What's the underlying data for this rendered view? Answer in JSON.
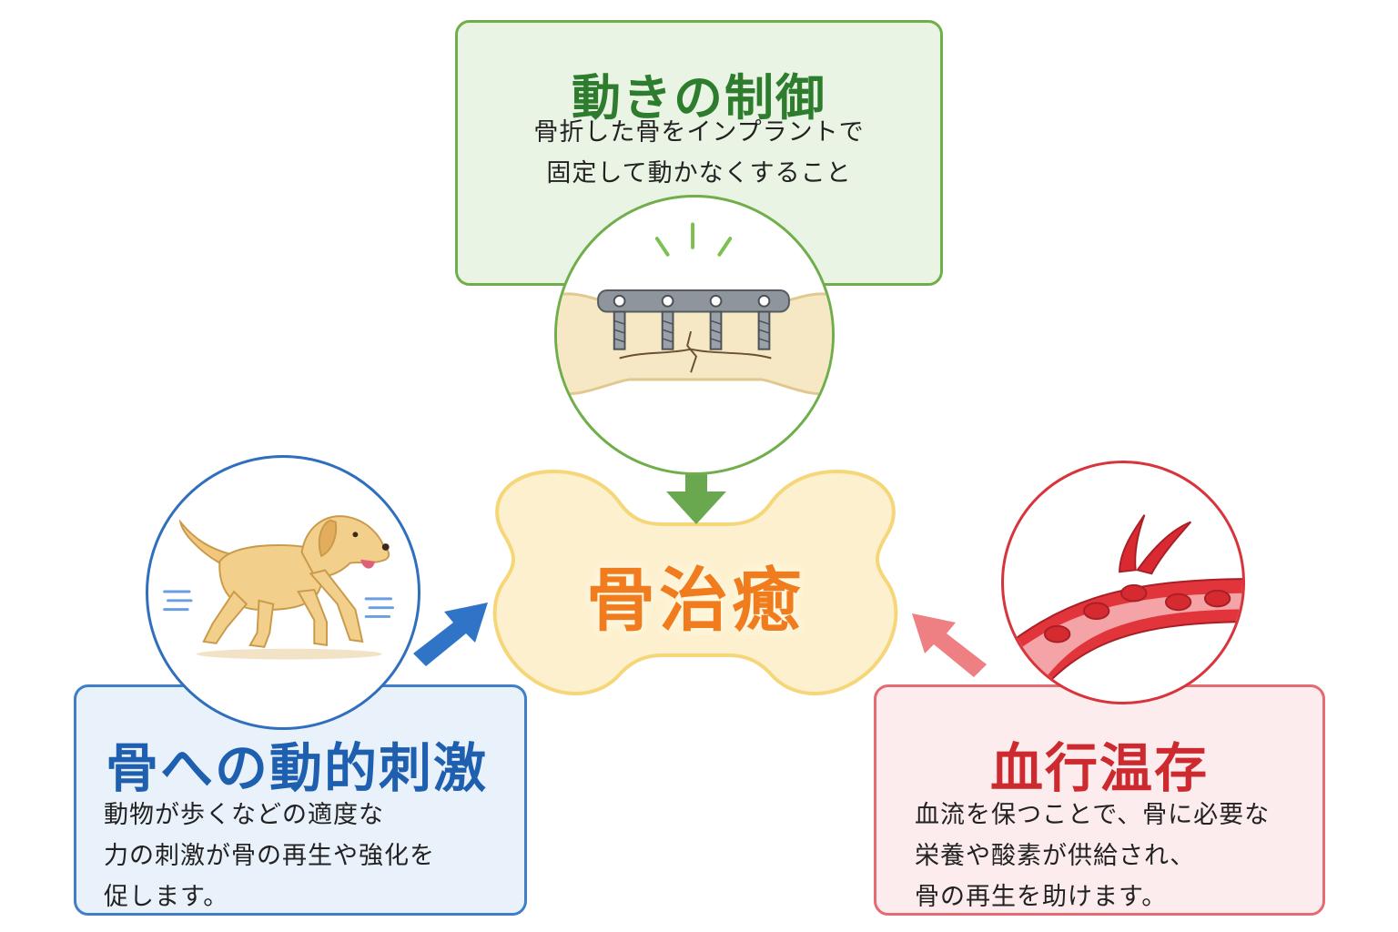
{
  "center": {
    "label": "骨治癒"
  },
  "top_card": {
    "heading": "動きの制御",
    "lines": [
      "骨折した骨をインプラントで",
      "固定して動かなくすること"
    ],
    "accent": "#6fae4b",
    "heading_color": "#2e7d2e",
    "icon": "bone-plate-screws-icon"
  },
  "left_card": {
    "heading": "骨への動的刺激",
    "lines": [
      "動物が歩くなどの適度な",
      "力の刺激が骨の再生や強化を",
      "促します。"
    ],
    "accent": "#3f7fc9",
    "heading_color": "#1f5fb0",
    "icon": "walking-dog-icon"
  },
  "right_card": {
    "heading": "血行温存",
    "lines": [
      "血流を保つことで、骨に必要な",
      "栄養や酸素が供給され、",
      "骨の再生を助けます。"
    ],
    "accent": "#e56b73",
    "heading_color": "#cc2a2f",
    "icon": "blood-vessel-icon"
  },
  "colors": {
    "bone_fill": "#fdf0cf",
    "bone_outline": "#f5d77a",
    "center_text": "#f07c1e"
  }
}
